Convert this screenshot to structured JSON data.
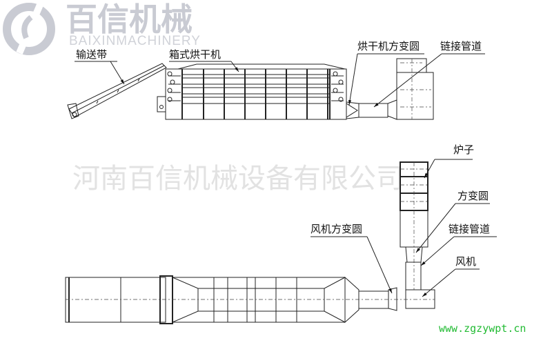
{
  "logo": {
    "cn": "百信机械",
    "en": "BAIXINMACHINERY"
  },
  "watermark": "河南百信机械设备有限公司",
  "top_view": {
    "labels": {
      "conveyor": "输送带",
      "box_dryer": "箱式烘干机",
      "dryer_transition": "烘干机方变圆",
      "connecting_pipe": "链接管道"
    }
  },
  "bottom_view": {
    "labels": {
      "furnace": "炉子",
      "transition": "方变圆",
      "fan_transition": "风机方变圆",
      "connecting_pipe": "链接管道",
      "fan": "风机"
    }
  },
  "source_url": "www.zgzywpt.cn",
  "colors": {
    "url": "#22bb33",
    "watermark": "#e2e2e2",
    "logo": "#c9cbd3"
  }
}
